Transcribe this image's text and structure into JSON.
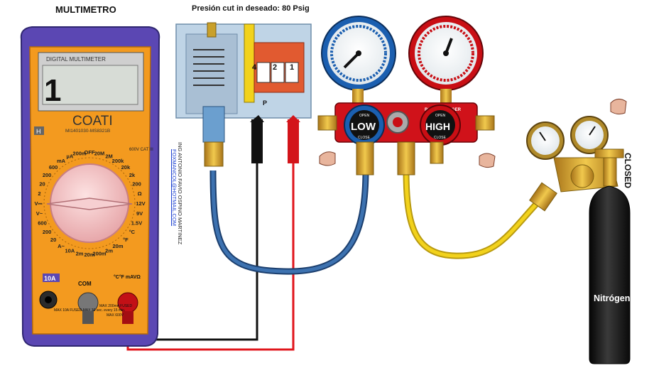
{
  "titles": {
    "multimeter": "MULTIMETRO",
    "cutin": "Presión cut in deseado: 80 Psig",
    "closed": "CLOSED"
  },
  "author": {
    "name": "ING ANTONIO FAVIO OSPINO MARTINEZ",
    "email": "FOXMANCOL@HOTMAIL.COM"
  },
  "multimeter": {
    "brand": "COATI",
    "model": "MI1401030-MS8321B",
    "panel_label": "DIGITAL MULTIMETER",
    "display_value": "1",
    "hold_key": "H",
    "rating": "600V CAT III",
    "dial_labels": [
      "OFF",
      "20M",
      "2M",
      "200k",
      "20k",
      "2k",
      "200",
      "Ω",
      "12V",
      "9V",
      "1.5V",
      "°C",
      "°F",
      "20m",
      "2m",
      "200m",
      "20m",
      "2m",
      "10A",
      "A~",
      "20",
      "200",
      "600",
      "V~",
      "V⎓",
      "2",
      "20",
      "200",
      "600",
      "mA",
      "µA",
      "200m"
    ],
    "ports": [
      "10A",
      "COM",
      "°C°F mAVΩ"
    ],
    "fuse_left": "MAX 10A FUSED MAX 30 sec. every 15 min.",
    "fuse_mid": "MAX 200mA FUSED",
    "fuse_right": "MAX 600V"
  },
  "pressostat": {
    "terminals": [
      "4",
      "2",
      "1"
    ],
    "terminal_p": "P"
  },
  "manifold": {
    "brand": "ROTHENBERGER",
    "low": {
      "label": "LOW",
      "open": "OPEN",
      "close": "CLOSE"
    },
    "high": {
      "label": "HIGH",
      "open": "OPEN",
      "close": "CLOSE"
    }
  },
  "tank": {
    "label": "Nitrógeno"
  },
  "colors": {
    "multimeter_body": "#f39a1f",
    "multimeter_frame": "#5b47b3",
    "manifold": "#d0121a",
    "low_ring": "#1b5fb0",
    "high_ring": "#c90e14",
    "hose_blue": "#2f5f99",
    "hose_yellow": "#f2d21c",
    "wire_red": "#e0161c",
    "wire_black": "#111111",
    "tank": "#1a1a1a",
    "brass": "#d9a826"
  },
  "icons": [
    "hand-pointer-icon",
    "gauge-needle-icon"
  ]
}
